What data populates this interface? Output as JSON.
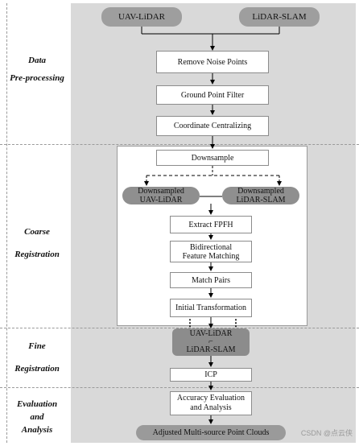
{
  "stages": {
    "preprocess_line1": "Data",
    "preprocess_line2": "Pre-processing",
    "coarse_line1": "Coarse",
    "coarse_line2": "Registration",
    "fine_line1": "Fine",
    "fine_line2": "Registration",
    "eval_line1": "Evaluation",
    "eval_line2": "and",
    "eval_line3": "Analysis"
  },
  "inputs": {
    "uav": "UAV-LiDAR",
    "slam": "LiDAR-SLAM"
  },
  "preprocess_steps": {
    "remove_noise": "Remove Noise Points",
    "ground_filter": "Ground Point Filter",
    "centralize": "Coordinate Centralizing"
  },
  "coarse": {
    "downsample": "Downsample",
    "ds_uav_line1": "Downsampled",
    "ds_uav_line2": "UAV-LiDAR",
    "ds_slam_line1": "Downsampled",
    "ds_slam_line2": "LiDAR-SLAM",
    "fpfh": "Extract FPFH",
    "bidir_line1": "Bidirectional",
    "bidir_line2": "Feature Matching",
    "match_pairs": "Match Pairs",
    "init_transform": "Initial Transformation"
  },
  "fine": {
    "uav": "UAV-LiDAR",
    "dash": "⌐",
    "slam": "LiDAR-SLAM",
    "icp": "ICP"
  },
  "evaluation": {
    "accuracy_line1": "Accuracy Evaluation",
    "accuracy_line2": "and Analysis",
    "adjusted": "Adjusted Multi-source Point Clouds"
  },
  "watermark": "CSDN @点云侠"
}
